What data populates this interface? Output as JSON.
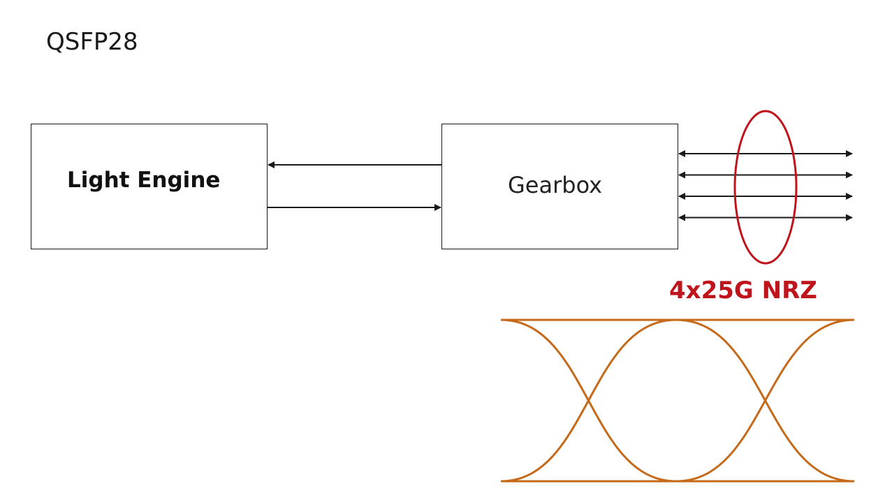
{
  "title": "QSFP28",
  "blocks": {
    "light_engine": "Light Engine",
    "gearbox": "Gearbox"
  },
  "lanes": {
    "label": "4x25G NRZ",
    "count": 4,
    "highlight_color": "#c0141c"
  },
  "eye_diagram": {
    "color": "#c46a1a"
  },
  "colors": {
    "line": "#1a1a1a"
  }
}
